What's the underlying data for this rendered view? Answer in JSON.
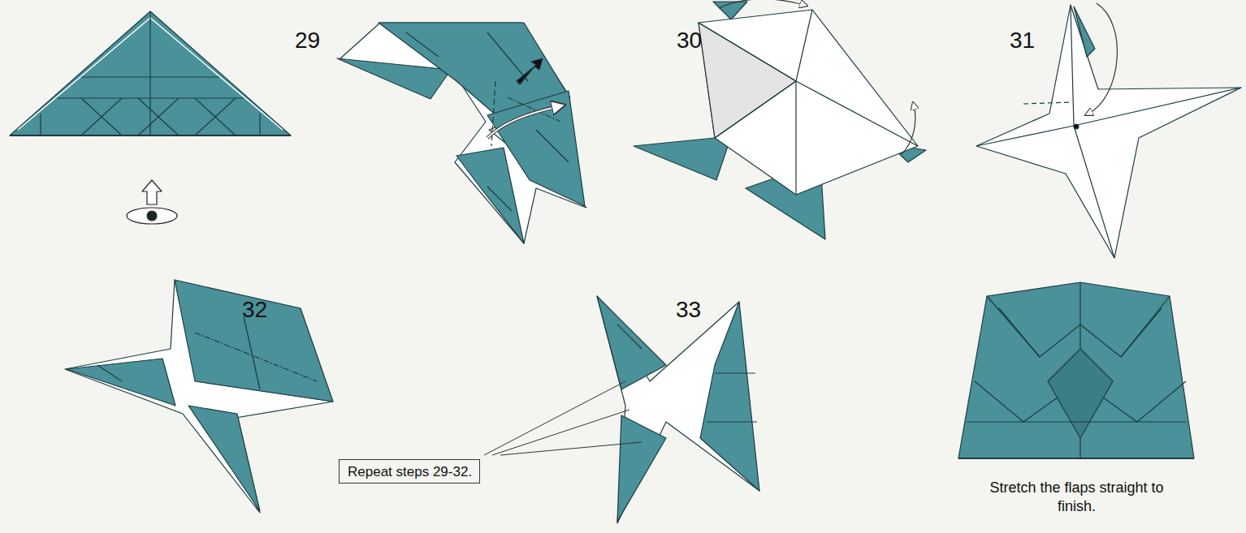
{
  "diagram": {
    "nodes": [
      {
        "text": [
          "Repeat steps 29-32."
        ]
      }
    ],
    "edges": [],
    "labels": [
      "29",
      "30",
      "31",
      "32",
      "33",
      "Stretch the flaps straight to finish."
    ]
  }
}
